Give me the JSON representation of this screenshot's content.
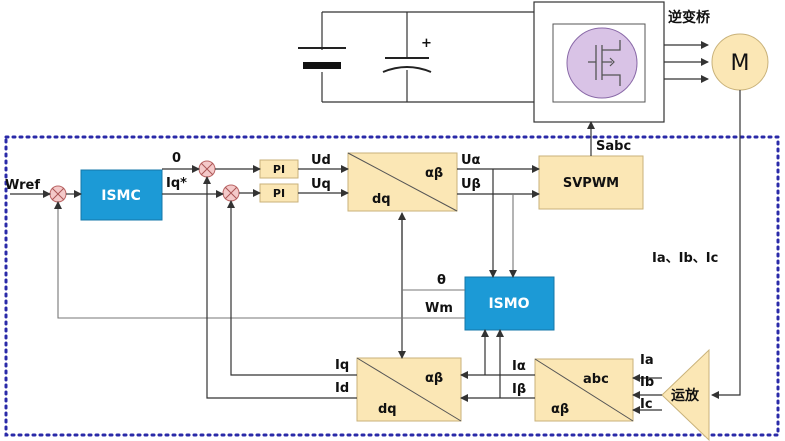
{
  "labels": {
    "inverter": "逆变桥",
    "motor": "M",
    "wref": "Wref",
    "ismc": "ISMC",
    "zero": "0",
    "iq_star": "Iq*",
    "pi_d": "PI",
    "pi_q": "PI",
    "ud": "Ud",
    "uq": "Uq",
    "park_inv_top": "αβ",
    "park_inv_bottom": "dq",
    "u_alpha": "Uα",
    "u_beta": "Uβ",
    "svpwm": "SVPWM",
    "sabc": "Sabc",
    "i_abc": "Ia、Ib、Ic",
    "theta": "θ",
    "wm": "Wm",
    "ismo": "ISMO",
    "iq": "Iq",
    "id": "Id",
    "park_top": "αβ",
    "park_bottom": "dq",
    "i_alpha": "Iα",
    "i_beta": "Iβ",
    "clarke_top": "abc",
    "clarke_bottom": "αβ",
    "ia": "Ia",
    "ib": "Ib",
    "ic": "Ic",
    "amp": "运放",
    "plus": "+"
  },
  "colors": {
    "block_tan": "#fbe7b5",
    "block_blue": "#1c9ad6",
    "motor": "#fbe7b5",
    "mosfet": "#d9c3e6",
    "boundary": "#2a2aa8"
  }
}
